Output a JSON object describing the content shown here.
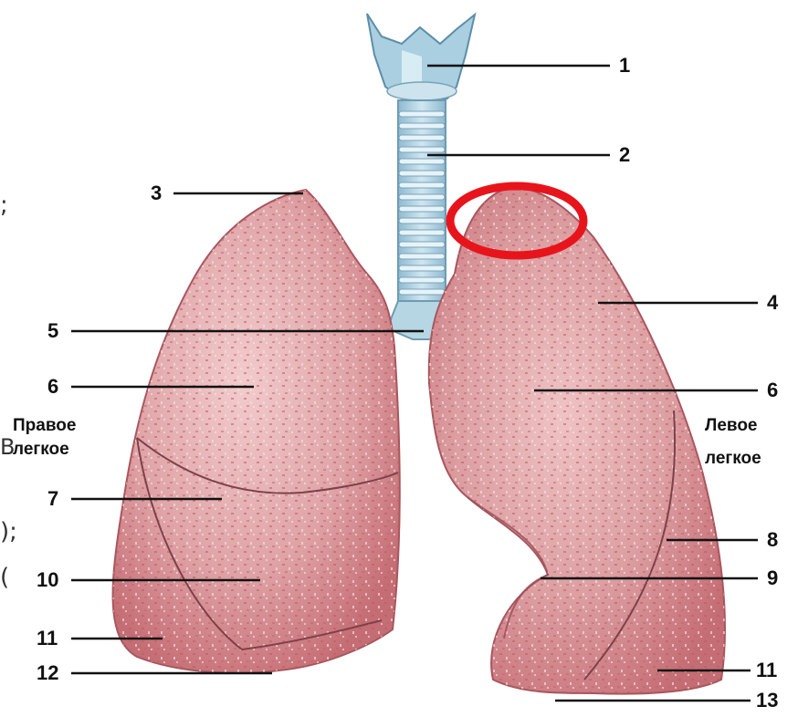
{
  "labels": {
    "n1": "1",
    "n2": "2",
    "n3": "3",
    "n4": "4",
    "n5": "5",
    "n6_left": "6",
    "n6_right": "6",
    "n7": "7",
    "n8": "8",
    "n9": "9",
    "n10": "10",
    "n11_left": "11",
    "n11_right": "11",
    "n12": "12",
    "n13": "13"
  },
  "right_lung_title": {
    "line1": "Правое",
    "line2": "легкое"
  },
  "left_lung_title": {
    "line1": "Левое",
    "line2": "легкое"
  },
  "edge_fragments": {
    "f1": ";",
    "f2": "В",
    "f3": ");",
    "f4": "("
  },
  "colors": {
    "lung_fill": "#d99a9c",
    "lung_dark": "#c56d74",
    "lung_light": "#f2cccd",
    "trachea": "#a9cfe0",
    "highlight_circle": "#e8141c",
    "leader_line": "#111111"
  }
}
